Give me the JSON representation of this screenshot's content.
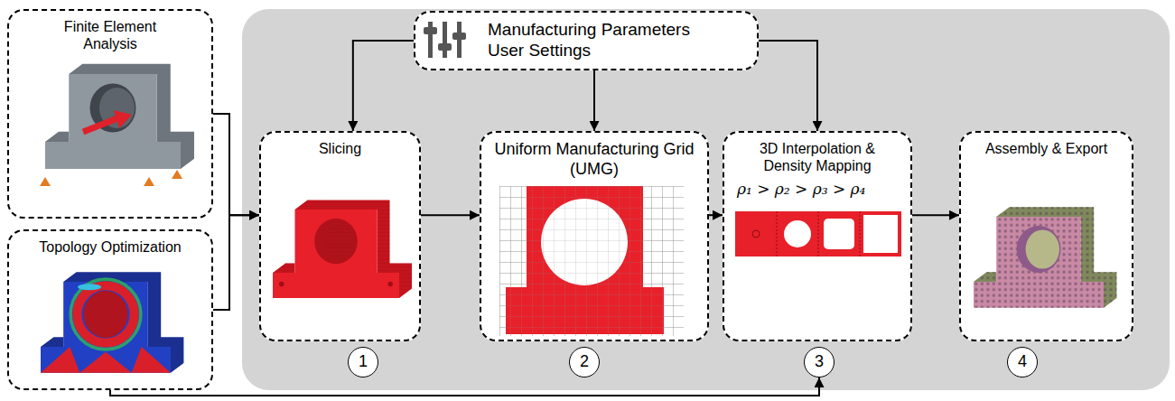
{
  "diagram": {
    "nodes": [
      {
        "text": [
          "Finite Element Analysis"
        ]
      },
      {
        "text": [
          "Topology Optimization"
        ]
      },
      {
        "text": [
          "Manufacturing Parameters User Settings"
        ]
      },
      {
        "text": [
          "Slicing"
        ]
      },
      {
        "text": [
          "Uniform Manufacturing Grid (UMG)"
        ]
      },
      {
        "text": [
          "3D Interpolation & Density Mapping",
          "ρ₁ > ρ₂ > ρ₃ > ρ₄"
        ]
      },
      {
        "text": [
          "Assembly & Export"
        ]
      },
      {
        "text": [
          "1"
        ]
      },
      {
        "text": [
          "2"
        ]
      },
      {
        "text": [
          "3"
        ]
      },
      {
        "text": [
          "4"
        ]
      }
    ],
    "edges": [
      {
        "from": 0,
        "to": 3,
        "arrow": "to"
      },
      {
        "from": 1,
        "to": 3,
        "arrow": "to"
      },
      {
        "from": 3,
        "to": 4,
        "arrow": "to"
      },
      {
        "from": 4,
        "to": 5,
        "arrow": "to"
      },
      {
        "from": 5,
        "to": 6,
        "arrow": "to"
      },
      {
        "from": 2,
        "to": 3,
        "arrow": "to"
      },
      {
        "from": 2,
        "to": 4,
        "arrow": "to"
      },
      {
        "from": 2,
        "to": 5,
        "arrow": "to"
      },
      {
        "from": 1,
        "to": 9,
        "arrow": "to"
      }
    ]
  }
}
